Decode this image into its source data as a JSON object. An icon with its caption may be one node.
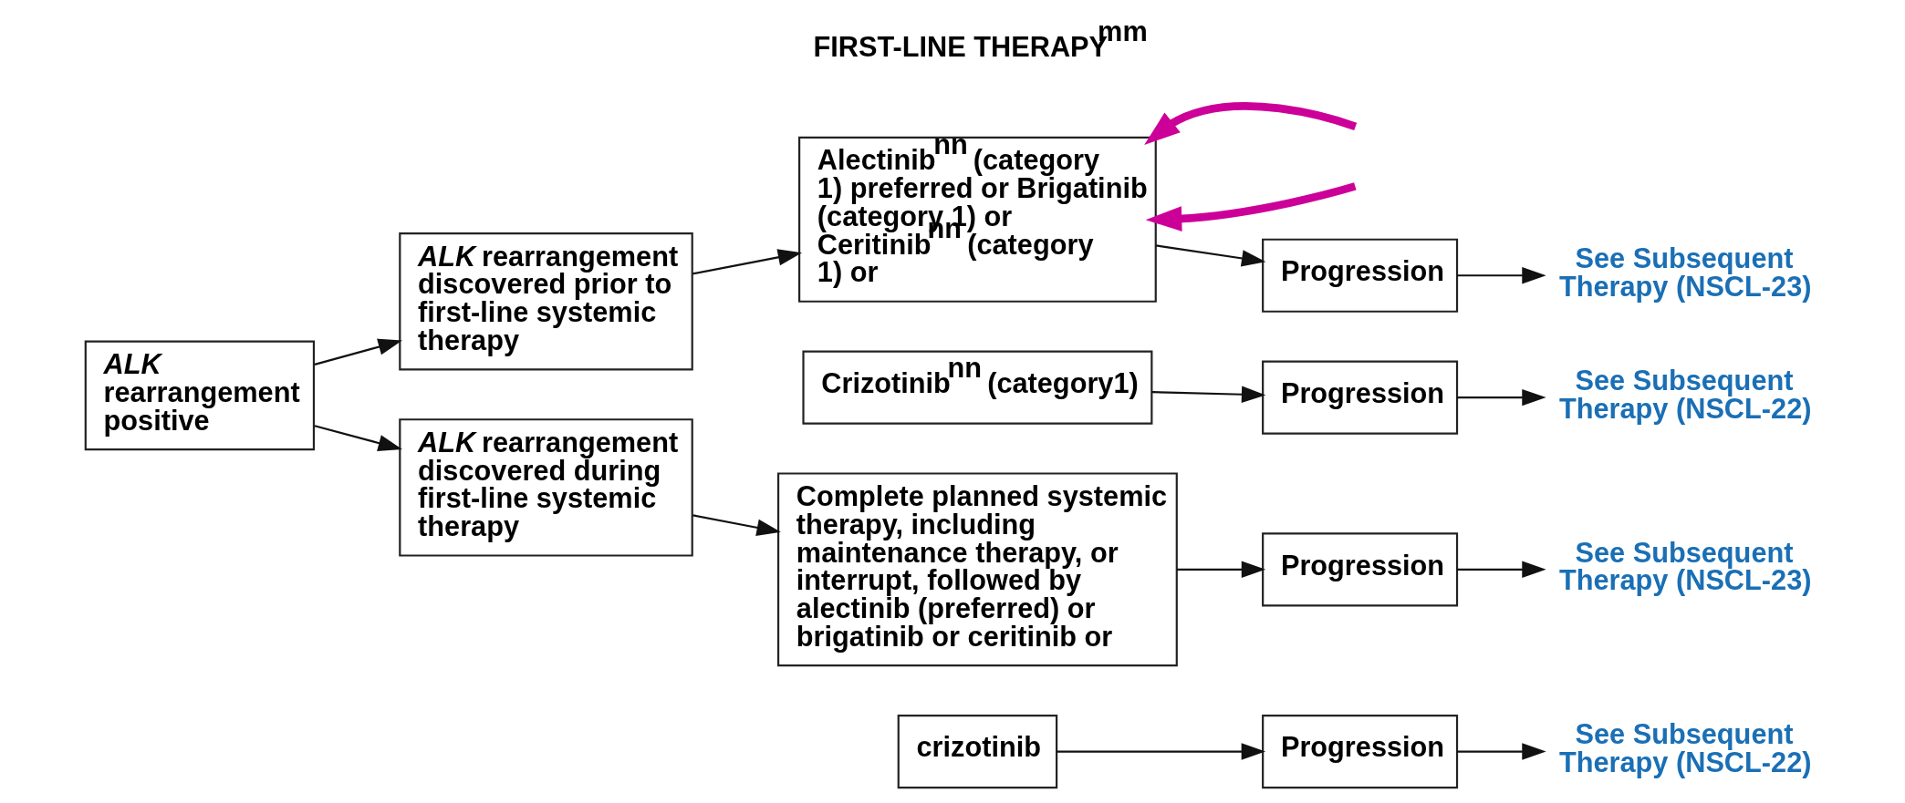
{
  "diagram": {
    "nodes": [
      {
        "text": [
          "*ALK* rearrangement positive"
        ]
      },
      {
        "text": [
          "*ALK* rearrangement discovered prior to first-line systemic therapy"
        ]
      },
      {
        "text": [
          "*ALK* rearrangement discovered during first-line systemic therapy"
        ]
      },
      {
        "text": [
          "Alectinib$^{nn}$ (category 1) preferred or Brigatinib (category 1) or Ceritinib$^{nn}$ (category 1) or"
        ]
      },
      {
        "text": [
          "Crizotinib$^{nn}$ (category1)"
        ]
      },
      {
        "text": [
          "Progression"
        ]
      },
      {
        "text": [
          "See Subsequent Therapy (NSCL-23)"
        ]
      },
      {
        "text": [
          "Progression"
        ]
      },
      {
        "text": [
          "See Subsequent Therapy (NSCL-22)"
        ]
      },
      {
        "text": [
          "Complete planned systemic therapy, including maintenance therapy, or interrupt, followed by alectinib (preferred) or brigatinib or ceritinib or"
        ]
      },
      {
        "text": [
          "crizotinib"
        ]
      },
      {
        "text": [
          "Progression"
        ]
      },
      {
        "text": [
          "See Subsequent Therapy (NSCL-23)"
        ]
      },
      {
        "text": [
          "Progression"
        ]
      },
      {
        "text": [
          "See Subsequent Therapy (NSCL-22)"
        ]
      }
    ],
    "edges": [
      {
        "from": 0,
        "to": 1,
        "arrow": "to"
      },
      {
        "from": 0,
        "to": 2,
        "arrow": "to"
      },
      {
        "from": 1,
        "to": 3,
        "arrow": "to"
      },
      {
        "from": 3,
        "to": 5,
        "arrow": "to"
      },
      {
        "from": 5,
        "to": 6,
        "arrow": "to"
      },
      {
        "from": 4,
        "to": 7,
        "arrow": "to"
      },
      {
        "from": 7,
        "to": 8,
        "arrow": "to"
      },
      {
        "from": 2,
        "to": 9,
        "arrow": "to"
      },
      {
        "from": 9,
        "to": 11,
        "arrow": "to"
      },
      {
        "from": 11,
        "to": 12,
        "arrow": "to"
      },
      {
        "from": 10,
        "to": 13,
        "arrow": "to"
      },
      {
        "from": 13,
        "to": 14,
        "arrow": "to"
      },
      {
        "from": null,
        "to": 3,
        "arrow": "to",
        "style": "thick",
        "color": "#cc0099"
      },
      {
        "from": null,
        "to": 3,
        "arrow": "to",
        "style": "thick",
        "color": "#cc0099"
      }
    ],
    "labels": [
      "FIRST-LINE THERAPY$^{mm}$"
    ]
  }
}
